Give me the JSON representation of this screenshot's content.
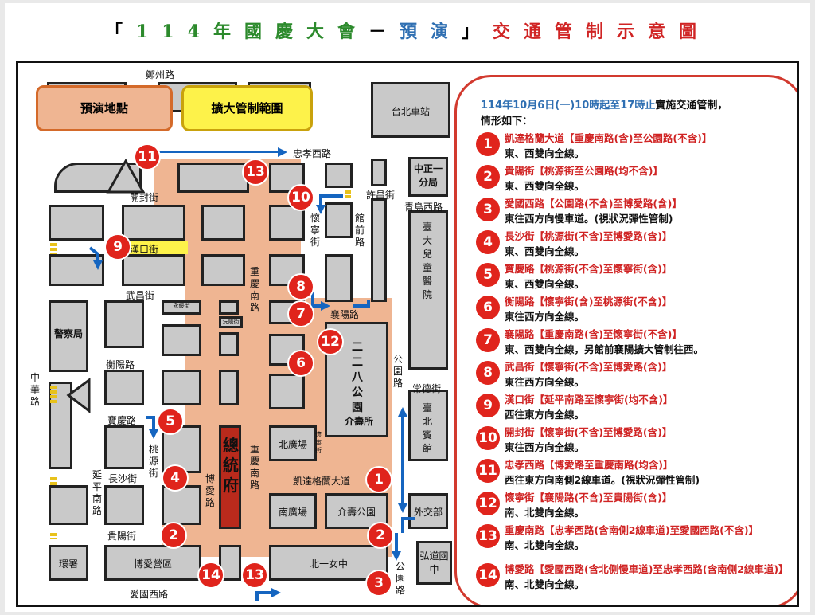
{
  "title": {
    "open": "「",
    "year": "114",
    "event": "年國慶大會",
    "dash": "－",
    "rehearsal": "預演",
    "close": "」",
    "subject": "交通管制示意圖"
  },
  "legend": {
    "rehearsal_area": "預演地點",
    "expanded_area": "擴大管制範圍"
  },
  "colors": {
    "zone": "#efb592",
    "legend_yellow": "#fdf24a",
    "marker": "#e0241c",
    "arrow": "#1565c0"
  },
  "roads": {
    "zhengzhou": "鄭州路",
    "zhongxiao_w": "忠孝西路",
    "kaifeng": "開封街",
    "hankou": "漢口街",
    "wuchang": "武昌街",
    "hengyang": "衡陽路",
    "baoqing": "寶慶路",
    "changsha": "長沙街",
    "guiyang": "貴陽街",
    "aiguo_w": "愛國西路",
    "zhonghua": "中華路",
    "yanping_s": "延平南路",
    "taoyuan": "桃源街",
    "boai": "博愛路",
    "chongqing_s": "重慶南路",
    "chongqing_s2": "重慶南路",
    "huaining": "懷寧街",
    "guanqian": "館前路",
    "xuchang": "許昌街",
    "xiangyang": "襄陽路",
    "gongyuan": "公園路",
    "gongyuan2": "公園路",
    "ketagalan": "凱達格蘭大道",
    "qingdao_w": "青島西路",
    "changde": "常德街"
  },
  "blocks": {
    "taipei_station": "台北車站",
    "zhongzheng_1": "中正一分局",
    "childrens_hospital": "臺大兒童醫院",
    "police": "警察局",
    "park_228": "二二八公園",
    "jieshou_hall": "介壽所",
    "presidential_office": "總統府",
    "north_plaza": "北廣場",
    "south_plaza": "南廣場",
    "jieshou_park": "介壽公園",
    "mofa": "外交部",
    "taipei_guesthouse": "臺北賓館",
    "boai_camp": "博愛營區",
    "beiyi_girls": "北一女中",
    "hongdao": "弘道國中",
    "huanshu": "環署",
    "huaining_small": "懷寧街",
    "small1": "永綏街",
    "small2": "沅陵街"
  },
  "markers": [
    "1",
    "2",
    "2",
    "3",
    "4",
    "5",
    "6",
    "7",
    "8",
    "9",
    "10",
    "11",
    "12",
    "13",
    "13",
    "14"
  ],
  "panel": {
    "intro_date": "114年10月6日(一)10時起至17時止",
    "intro_rest": "實施交通管制，",
    "intro_line2": "情形如下：",
    "items": [
      {
        "n": "1",
        "title": "凱達格蘭大道【重慶南路(含)至公園路(不含)】",
        "desc": "東、西雙向全線。"
      },
      {
        "n": "2",
        "title": "貴陽街【桃源街至公園路(均不含)】",
        "desc": "東、西雙向全線。"
      },
      {
        "n": "3",
        "title": "愛國西路【公園路(不含)至博愛路(含)】",
        "desc": "東往西方向慢車道。(視狀況彈性管制)"
      },
      {
        "n": "4",
        "title": "長沙街【桃源街(不含)至博愛路(含)】",
        "desc": "東、西雙向全線。"
      },
      {
        "n": "5",
        "title": "寶慶路【桃源街(不含)至懷寧街(含)】",
        "desc": "東、西雙向全線。"
      },
      {
        "n": "6",
        "title": "衡陽路【懷寧街(含)至桃源街(不含)】",
        "desc": "東往西方向全線。"
      },
      {
        "n": "7",
        "title": "襄陽路【重慶南路(含)至懷寧街(不含)】",
        "desc": "東、西雙向全線，另館前襄陽擴大管制往西。"
      },
      {
        "n": "8",
        "title": "武昌街【懷寧街(不含)至博愛路(含)】",
        "desc": "東往西方向全線。"
      },
      {
        "n": "9",
        "title": "漢口街【延平南路至懷寧街(均不含)】",
        "desc": "西往東方向全線。"
      },
      {
        "n": "10",
        "title": "開封街【懷寧街(不含)至博愛路(含)】",
        "desc": "東往西方向全線。"
      },
      {
        "n": "11",
        "title": "忠孝西路【博愛路至重慶南路(均含)】",
        "desc": "西往東方向南側2線車道。(視狀況彈性管制)"
      },
      {
        "n": "12",
        "title": "懷寧街【襄陽路(不含)至貴陽街(含)】",
        "desc": "南、北雙向全線。"
      },
      {
        "n": "13",
        "title": "重慶南路【忠孝西路(含南側2線車道)至愛國西路(不含)】",
        "desc": "南、北雙向全線。"
      },
      {
        "n": "14",
        "title": "博愛路【愛國西路(含北側慢車道)至忠孝西路(含南側2線車道)】",
        "desc": "南、北雙向全線。"
      }
    ]
  }
}
